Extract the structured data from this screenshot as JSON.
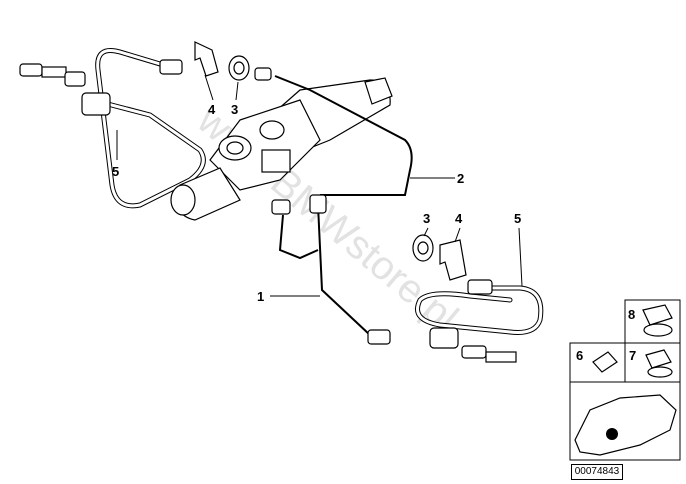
{
  "callouts": {
    "c1": "1",
    "c2": "2",
    "c3a": "3",
    "c3b": "3",
    "c4a": "4",
    "c4b": "4",
    "c5a": "5",
    "c5b": "5",
    "c6": "6",
    "c7": "7",
    "c8": "8"
  },
  "watermark": "www.BMWstore.pl",
  "diagram_number": "00074843"
}
